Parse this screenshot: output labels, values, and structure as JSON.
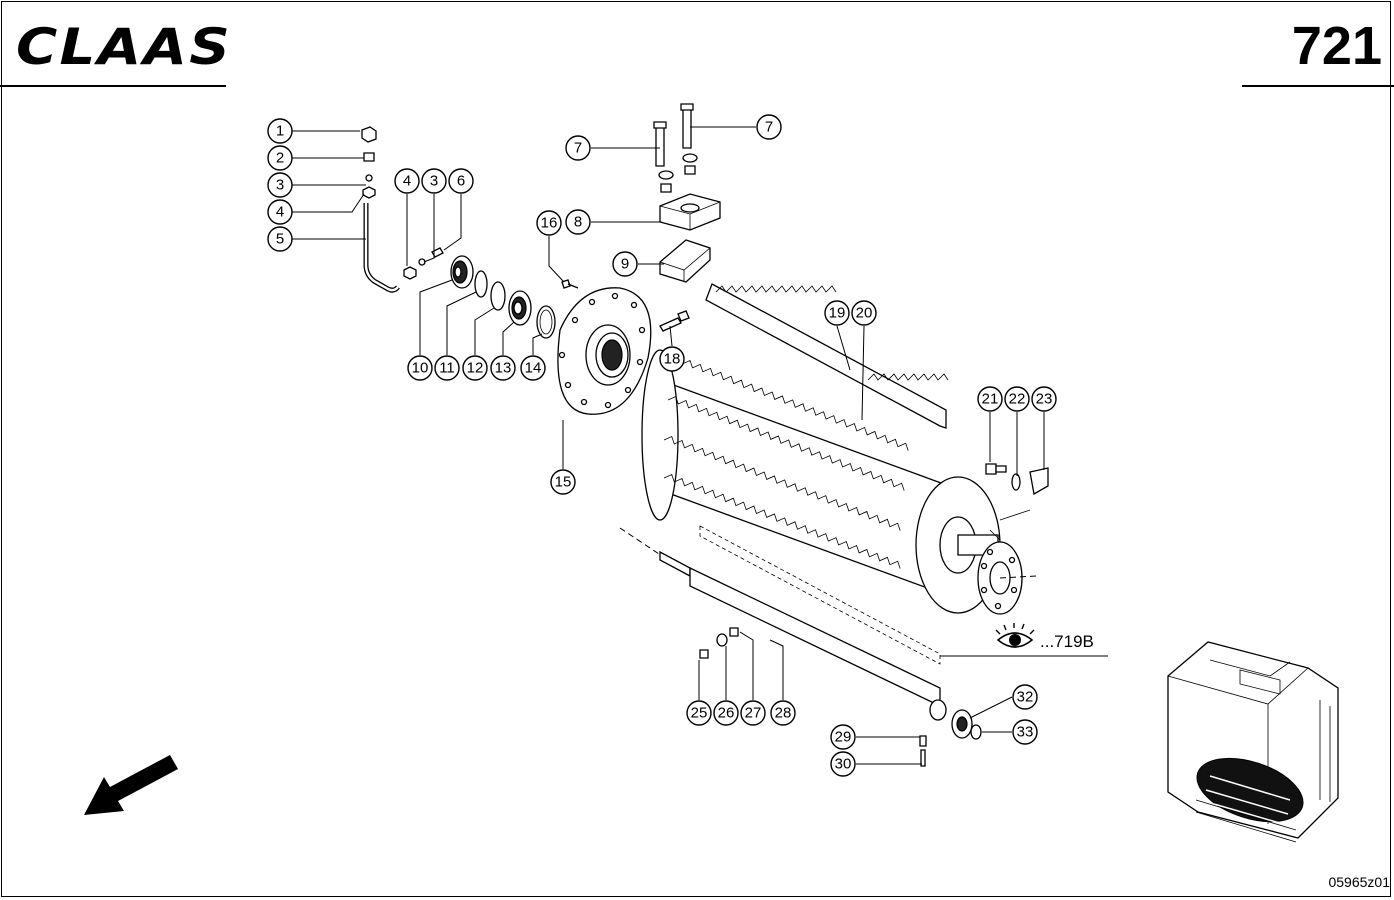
{
  "header": {
    "brand": "CLAAS",
    "page_number": "721"
  },
  "footer": {
    "drawing_id": "05965z01"
  },
  "reference": {
    "text": "...719B",
    "icon": "eye-icon"
  },
  "callouts": [
    {
      "id": "c1",
      "label": "1"
    },
    {
      "id": "c2",
      "label": "2"
    },
    {
      "id": "c3a",
      "label": "3"
    },
    {
      "id": "c4a",
      "label": "4"
    },
    {
      "id": "c5",
      "label": "5"
    },
    {
      "id": "c4b",
      "label": "4"
    },
    {
      "id": "c3b",
      "label": "3"
    },
    {
      "id": "c6",
      "label": "6"
    },
    {
      "id": "c7a",
      "label": "7"
    },
    {
      "id": "c7b",
      "label": "7"
    },
    {
      "id": "c8",
      "label": "8"
    },
    {
      "id": "c9",
      "label": "9"
    },
    {
      "id": "c16",
      "label": "16"
    },
    {
      "id": "c10",
      "label": "10"
    },
    {
      "id": "c11",
      "label": "11"
    },
    {
      "id": "c12",
      "label": "12"
    },
    {
      "id": "c13",
      "label": "13"
    },
    {
      "id": "c14",
      "label": "14"
    },
    {
      "id": "c15",
      "label": "15"
    },
    {
      "id": "c18",
      "label": "18"
    },
    {
      "id": "c19",
      "label": "19"
    },
    {
      "id": "c20",
      "label": "20"
    },
    {
      "id": "c21",
      "label": "21"
    },
    {
      "id": "c22",
      "label": "22"
    },
    {
      "id": "c23",
      "label": "23"
    },
    {
      "id": "c25",
      "label": "25"
    },
    {
      "id": "c26",
      "label": "26"
    },
    {
      "id": "c27",
      "label": "27"
    },
    {
      "id": "c28",
      "label": "28"
    },
    {
      "id": "c29",
      "label": "29"
    },
    {
      "id": "c30",
      "label": "30"
    },
    {
      "id": "c32",
      "label": "32"
    },
    {
      "id": "c33",
      "label": "33"
    }
  ]
}
